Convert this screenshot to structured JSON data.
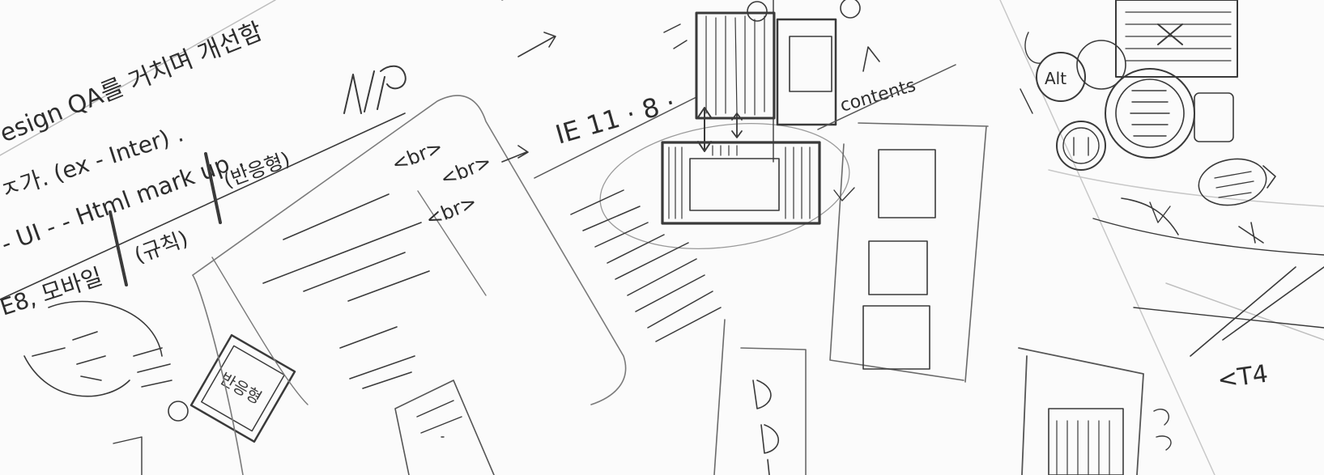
{
  "sketch": {
    "notes": {
      "line1": "esign QA를 거치며 개선함",
      "line2": "ㅈ가.  (ex - Inter) .",
      "line3": "- UI - -  Html mark up .",
      "line4": "E8, 모바일",
      "paren_a": "(규칙)",
      "paren_b": "(반응형)",
      "stamp": "반응형"
    },
    "br_tags": [
      "<br>",
      "<br>",
      "<br>"
    ],
    "ie_label": "IE 11 · 8 ·",
    "contents_label": "contents",
    "alt_label": "Alt",
    "edge_label": "<T4"
  }
}
